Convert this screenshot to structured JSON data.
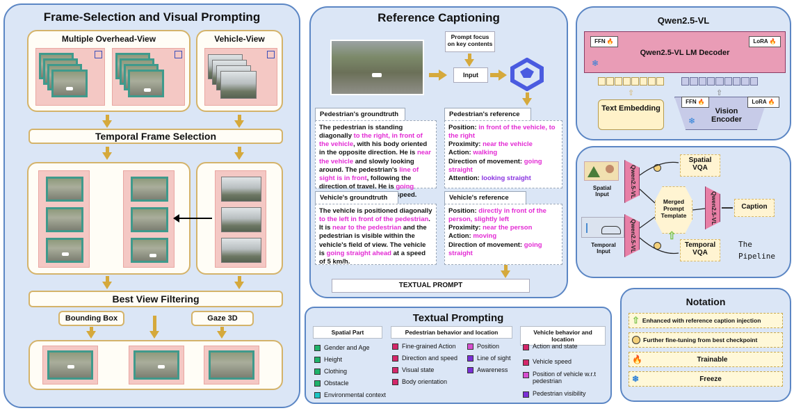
{
  "frame_selection": {
    "title": "Frame-Selection and Visual Prompting",
    "overhead_label": "Multiple Overhead-View",
    "vehicle_label": "Vehicle-View",
    "temporal_label": "Temporal Frame Selection",
    "best_view_label": "Best View Filtering",
    "bbox_label": "Bounding Box",
    "gaze_label": "Gaze 3D"
  },
  "reference_captioning": {
    "title": "Reference Captioning",
    "prompt_focus": "Prompt focus on key contents",
    "input_label": "Input",
    "ped_gt_title": "Pedestrian's groundtruth",
    "ped_gt_text": [
      {
        "t": "The pedestrian is standing diagonally ",
        "c": ""
      },
      {
        "t": "to the right, in front of the vehicle",
        "c": "mag"
      },
      {
        "t": ", with his body oriented in the opposite direction. He is ",
        "c": ""
      },
      {
        "t": "near the vehicle",
        "c": "mag"
      },
      {
        "t": " and slowly looking around. The pedestrian's ",
        "c": ""
      },
      {
        "t": "line of sight is in front",
        "c": "mag"
      },
      {
        "t": ", following the direction of travel. He is ",
        "c": ""
      },
      {
        "t": "going straight ahead",
        "c": "mag"
      },
      {
        "t": " at a slow speed.",
        "c": ""
      }
    ],
    "ped_ref_title": "Pedestrian's reference",
    "ped_ref_lines": [
      [
        {
          "t": "Position: ",
          "c": ""
        },
        {
          "t": "in front of the vehicle, to the right",
          "c": "mag"
        }
      ],
      [
        {
          "t": "Proximity: ",
          "c": ""
        },
        {
          "t": "near the vehicle",
          "c": "mag"
        }
      ],
      [
        {
          "t": "Action: ",
          "c": ""
        },
        {
          "t": "walking",
          "c": "mag"
        }
      ],
      [
        {
          "t": "Direction of movement: ",
          "c": ""
        },
        {
          "t": "going straight",
          "c": "mag"
        }
      ],
      [
        {
          "t": "Attention: ",
          "c": ""
        },
        {
          "t": "looking straight",
          "c": "pur"
        }
      ]
    ],
    "veh_gt_title": "Vehicle's groundtruth",
    "veh_gt_text": [
      {
        "t": "The vehicle is positioned diagonally ",
        "c": ""
      },
      {
        "t": "to the left in front of the pedestrian",
        "c": "mag"
      },
      {
        "t": ". It is ",
        "c": ""
      },
      {
        "t": "near to the pedestrian",
        "c": "mag"
      },
      {
        "t": " and the pedestrian is visible within the vehicle's field of view. The vehicle is ",
        "c": ""
      },
      {
        "t": "going straight ahead",
        "c": "mag"
      },
      {
        "t": " at a speed of 5 km/h.",
        "c": ""
      }
    ],
    "veh_ref_title": "Vehicle's reference",
    "veh_ref_lines": [
      [
        {
          "t": "Position: ",
          "c": ""
        },
        {
          "t": "directly in front of the person, slightly left",
          "c": "mag"
        }
      ],
      [
        {
          "t": "Proximity: ",
          "c": ""
        },
        {
          "t": "near the person",
          "c": "mag"
        }
      ],
      [
        {
          "t": "Action: ",
          "c": ""
        },
        {
          "t": "moving",
          "c": "mag"
        }
      ],
      [
        {
          "t": "Direction of movement: ",
          "c": ""
        },
        {
          "t": "going straight",
          "c": "mag"
        }
      ]
    ],
    "textual_prompt": "TEXTUAL PROMPT"
  },
  "qwen": {
    "title": "Qwen2.5-VL",
    "decoder": "Qwen2.5-VL LM Decoder",
    "ffn": "FFN",
    "lora": "LoRA",
    "text_embedding": "Text Embedding",
    "vision_encoder": "Vision Encoder"
  },
  "pipeline": {
    "spatial_vqa": "Spatial VQA",
    "temporal_vqa": "Temporal VQA",
    "merged": "Merged Prompt Template",
    "caption": "Caption",
    "spatial_input": "Spatial Input",
    "temporal_input": "Temporal Input",
    "model": "Qwen2.5-VL",
    "label_line1": "The",
    "label_line2": "Pipeline"
  },
  "textual_prompting": {
    "title": "Textual Prompting",
    "spatial_head": "Spatial Part",
    "ped_head": "Pedestrian behavior and location",
    "veh_head": "Vehicle behavior and location",
    "spatial_items": [
      {
        "label": "Gender and Age",
        "color": "#1fb36b"
      },
      {
        "label": "Height",
        "color": "#1fb36b"
      },
      {
        "label": "Clothing",
        "color": "#1fb36b"
      },
      {
        "label": "Obstacle",
        "color": "#1fb36b"
      },
      {
        "label": "Environmental context",
        "color": "#1cc4c4"
      }
    ],
    "ped_items_a": [
      {
        "label": "Fine-grained Action",
        "color": "#d4276a"
      },
      {
        "label": "Direction and speed",
        "color": "#d4276a"
      },
      {
        "label": "Visual state",
        "color": "#d4276a"
      },
      {
        "label": "Body orientation",
        "color": "#d4276a"
      }
    ],
    "ped_items_b": [
      {
        "label": "Position",
        "color": "#d64fd0"
      },
      {
        "label": "Line of sight",
        "color": "#7a2fd6"
      },
      {
        "label": "Awareness",
        "color": "#7a2fd6"
      }
    ],
    "veh_items": [
      {
        "label": "Action and state",
        "color": "#d4276a"
      },
      {
        "label": "Vehicle speed",
        "color": "#d4276a"
      },
      {
        "label": "Position of vehicle w.r.t pedestrian",
        "color": "#d64fd0"
      },
      {
        "label": "Pedestrian visibility",
        "color": "#7a2fd6"
      }
    ]
  },
  "notation": {
    "title": "Notation",
    "items": [
      "Enhanced with reference caption injection",
      "Further fine-tuning from best checkpoint",
      "Trainable",
      "Freeze"
    ]
  }
}
